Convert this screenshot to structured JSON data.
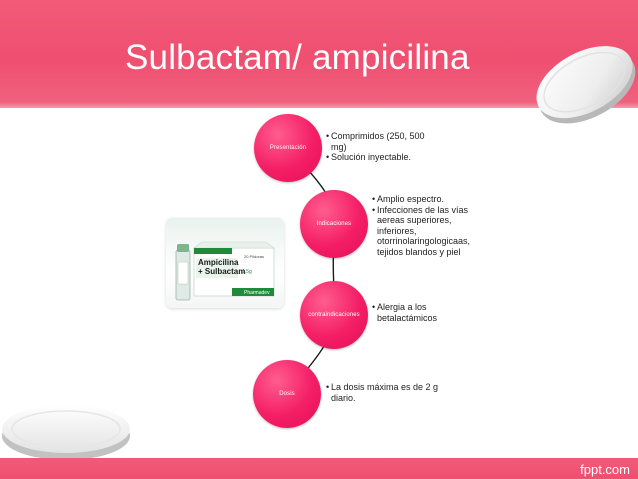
{
  "title": "Sulbactam/ ampicilina",
  "footer_mark": "fppt.com",
  "nodes": [
    {
      "label": "Presentación",
      "bullets": [
        "Comprimidos (250, 500 mg)",
        "Solución inyectable."
      ]
    },
    {
      "label": "Indicaciones",
      "bullets": [
        "Amplio espectro.",
        "Infecciones de las vías aereas superiores, inferiores, otorrinolaringologicaas, tejidos blandos y piel"
      ]
    },
    {
      "label": "contraindicaciones",
      "bullets": [
        "Alergia a los betalactámicos"
      ]
    },
    {
      "label": "Dosis",
      "bullets": [
        "La dosis máxima es de 2 g diario."
      ]
    }
  ],
  "product_box": {
    "brand_lines": [
      "Ampicilina",
      "+ Sulbactam"
    ],
    "strength": "1,5g",
    "count": "20 Pildoras",
    "maker": "Pharmadev"
  },
  "colors": {
    "band": "#ef4f70",
    "node": "#f41e66",
    "product_accent": "#1f8a3a"
  }
}
